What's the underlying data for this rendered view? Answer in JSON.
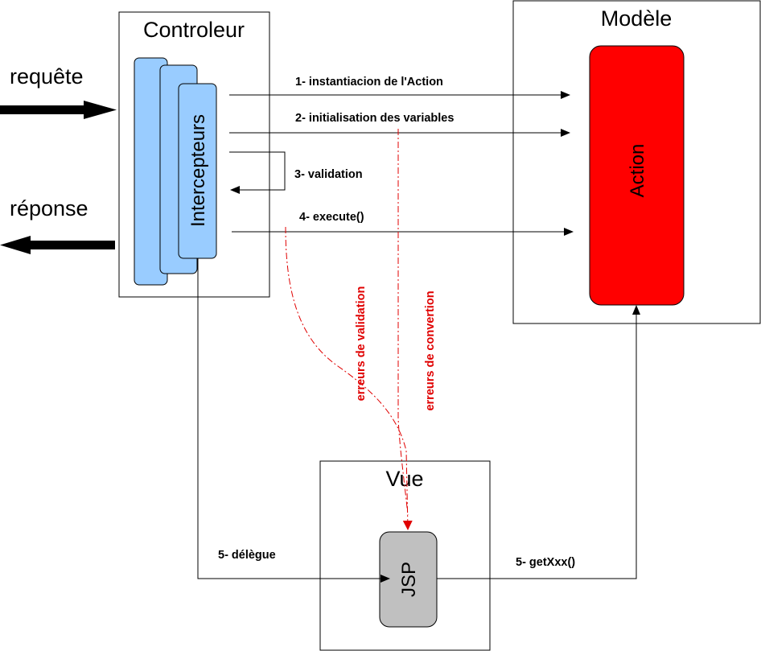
{
  "boxes": {
    "controleur": {
      "title": "Controleur",
      "inner_label": "Intercepteurs"
    },
    "modele": {
      "title": "Modèle",
      "inner_label": "Action"
    },
    "vue": {
      "title": "Vue",
      "inner_label": "JSP"
    }
  },
  "io": {
    "request": "requête",
    "response": "réponse"
  },
  "steps": {
    "s1": "1- instantiacion de l'Action",
    "s2": "2- initialisation des variables",
    "s3": "3- validation",
    "s4": "4- execute()",
    "s5a": "5- délègue",
    "s5b": "5- getXxx()"
  },
  "errors": {
    "validation": "erreurs de validation",
    "conversion": "erreurs de convertion"
  },
  "colors": {
    "interceptor_fill": "#99ccff",
    "action_fill": "#ff0000",
    "jsp_fill": "#c0c0c0",
    "error_line": "#e00000",
    "line": "#000000"
  }
}
